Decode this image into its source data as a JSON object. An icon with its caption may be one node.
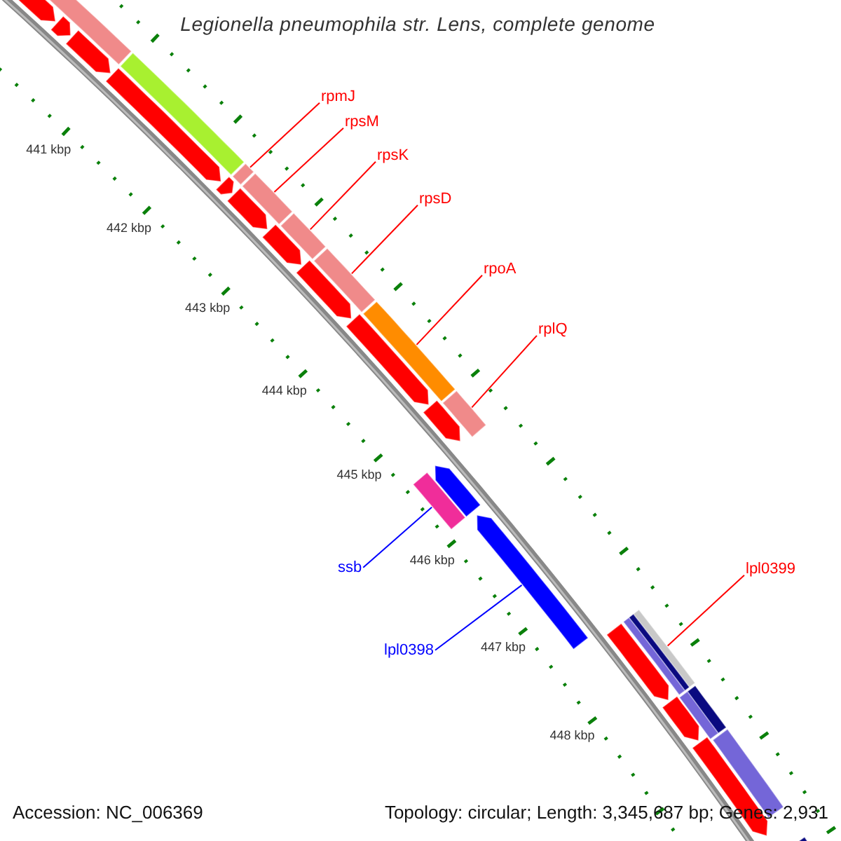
{
  "diagram": {
    "title": "Legionella pneumophila str. Lens, complete genome",
    "nodes": [
      {
        "text": [
          "rpmJ"
        ]
      },
      {
        "text": [
          "rpsM"
        ]
      },
      {
        "text": [
          "rpsK"
        ]
      },
      {
        "text": [
          "rpsD"
        ]
      },
      {
        "text": [
          "rpoA"
        ]
      },
      {
        "text": [
          "rplQ"
        ]
      },
      {
        "text": [
          "lpl0399"
        ]
      },
      {
        "text": [
          "ssb"
        ]
      },
      {
        "text": [
          "lpl0398"
        ]
      },
      {
        "text": [],
        "shape": "bar"
      },
      {
        "text": [],
        "shape": "bar"
      },
      {
        "text": [],
        "shape": "bar"
      },
      {
        "text": [],
        "shape": "bar"
      },
      {
        "text": [],
        "shape": "bar"
      },
      {
        "text": [],
        "shape": "bar"
      },
      {
        "text": [],
        "shape": "bar"
      },
      {
        "text": [],
        "shape": "bar"
      },
      {
        "text": [],
        "shape": "arrow"
      },
      {
        "text": [],
        "shape": "bar"
      },
      {
        "text": [],
        "shape": "bar"
      },
      {
        "text": [],
        "shape": "arrow"
      },
      {
        "text": [],
        "shape": "arrow"
      },
      {
        "text": [],
        "shape": "arrow"
      },
      {
        "text": [],
        "shape": "arrow"
      },
      {
        "text": [],
        "shape": "arrow"
      },
      {
        "text": [],
        "shape": "arrow"
      },
      {
        "text": [],
        "shape": "arrow"
      },
      {
        "text": [],
        "shape": "arrow"
      },
      {
        "text": [],
        "shape": "arrow"
      },
      {
        "text": [],
        "shape": "arrow"
      },
      {
        "text": [],
        "shape": "arrow"
      },
      {
        "text": [],
        "shape": "arrow"
      },
      {
        "text": [],
        "shape": "arrow"
      },
      {
        "text": [],
        "shape": "arrow"
      },
      {
        "text": [],
        "shape": "bar"
      },
      {
        "text": [],
        "shape": "bar"
      },
      {
        "text": [],
        "shape": "bar"
      },
      {
        "text": [],
        "shape": "bar"
      },
      {
        "text": [],
        "shape": "bar"
      },
      {
        "text": [],
        "shape": "bar"
      }
    ],
    "edges": [
      {
        "from": 0,
        "to": 9,
        "arrow": "none"
      },
      {
        "from": 1,
        "to": 10,
        "arrow": "none"
      },
      {
        "from": 2,
        "to": 11,
        "arrow": "none"
      },
      {
        "from": 3,
        "to": 12,
        "arrow": "none"
      },
      {
        "from": 4,
        "to": 13,
        "arrow": "none"
      },
      {
        "from": 5,
        "to": 14,
        "arrow": "none"
      },
      {
        "from": 6,
        "to": 15,
        "arrow": "none"
      },
      {
        "from": 7,
        "to": 16,
        "arrow": "none",
        "color": "#0000ff"
      },
      {
        "from": 8,
        "to": 17,
        "arrow": "none",
        "color": "#0000ff"
      }
    ],
    "labels": [
      "441 kbp",
      "442 kbp",
      "443 kbp",
      "444 kbp",
      "445 kbp",
      "446 kbp",
      "447 kbp",
      "448 kbp",
      "Accession: NC_006369",
      "Topology: circular; Length: 3,345,687 bp; Genes: 2,931"
    ]
  }
}
